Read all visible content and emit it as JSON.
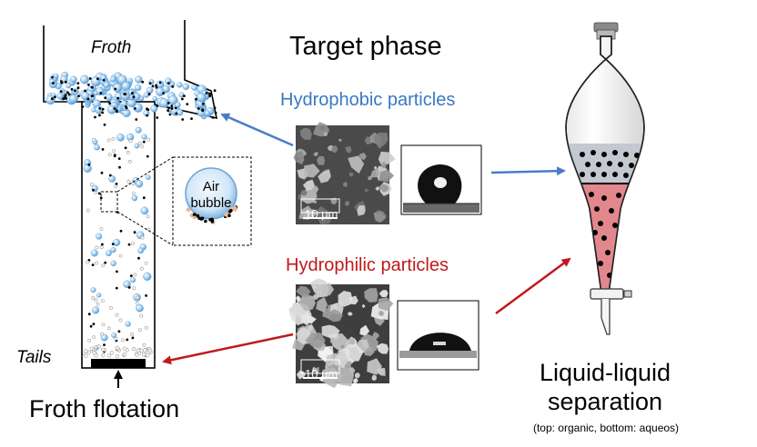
{
  "labels": {
    "froth": "Froth",
    "tails": "Tails",
    "froth_flotation": "Froth flotation",
    "target_phase": "Target phase",
    "hydrophobic": "Hydrophobic particles",
    "hydrophilic": "Hydrophilic particles",
    "air_bubble_line1": "Air",
    "air_bubble_line2": "bubble",
    "scale_bar_top": "10 μm",
    "scale_bar_bottom": "10 μm",
    "liquid_line1": "Liquid-liquid",
    "liquid_line2": "separation",
    "liquid_note": "(top: organic, bottom: aqueos)"
  },
  "colors": {
    "hydrophobic": "#4a7cc9",
    "hydrophilic": "#c0191c",
    "organic_phase": "#c4c8d0",
    "aqueous_phase": "#e2878c",
    "bubble": "#8fc3ec"
  }
}
